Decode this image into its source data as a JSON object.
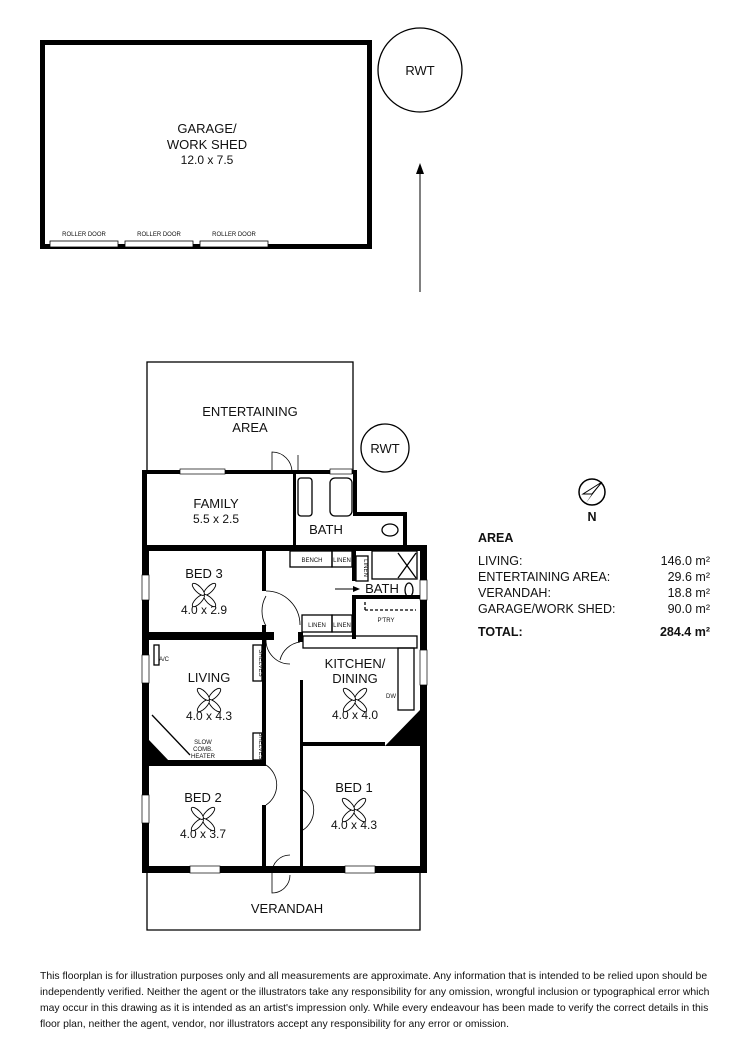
{
  "garage": {
    "title_line1": "GARAGE/",
    "title_line2": "WORK SHED",
    "dims": "12.0 x 7.5",
    "roller_doors": [
      "ROLLER DOOR",
      "ROLLER DOOR",
      "ROLLER DOOR"
    ]
  },
  "rwt_labels": [
    "RWT",
    "RWT"
  ],
  "rooms": {
    "entertaining": {
      "line1": "ENTERTAINING",
      "line2": "AREA"
    },
    "family": {
      "name": "FAMILY",
      "dims": "5.5 x 2.5"
    },
    "bath_upper": {
      "name": "BATH"
    },
    "bath_lower": {
      "name": "BATH"
    },
    "bed3": {
      "name": "BED 3",
      "dims": "4.0 x 2.9"
    },
    "living": {
      "name": "LIVING",
      "dims": "4.0 x 4.3"
    },
    "kitchen": {
      "line1": "KITCHEN/",
      "line2": "DINING",
      "dims": "4.0 x 4.0"
    },
    "bed2": {
      "name": "BED 2",
      "dims": "4.0 x 3.7"
    },
    "bed1": {
      "name": "BED 1",
      "dims": "4.0 x 4.3"
    },
    "verandah": {
      "name": "VERANDAH"
    }
  },
  "fixtures": {
    "bench": "BENCH",
    "linen": "LINEN",
    "pantry": "P'TRY",
    "ac": "A/C",
    "shelves": "SHELVES",
    "heater": [
      "SLOW",
      "COMB.",
      "HEATER"
    ],
    "dw": "DW"
  },
  "compass": {
    "label": "N"
  },
  "area_table": {
    "heading": "AREA",
    "rows": [
      {
        "label": "LIVING:",
        "value": "146.0 m²"
      },
      {
        "label": "ENTERTAINING AREA:",
        "value": "29.6 m²"
      },
      {
        "label": "VERANDAH:",
        "value": "18.8 m²"
      },
      {
        "label": "GARAGE/WORK SHED:",
        "value": "90.0 m²"
      }
    ],
    "total": {
      "label": "TOTAL:",
      "value": "284.4 m²"
    }
  },
  "disclaimer": "This floorplan is for illustration purposes only and all measurements are approximate. Any information that is intended to be relied upon should be independently verified. Neither the agent or the illustrators take any responsibility for any omission, wrongful inclusion or typographical error which may occur in this drawing as it is intended as an artist's impression only. While every endeavour has been made to verify the correct details in this floor plan, neither the agent, vendor, nor illustrators accept any responsibility for any error or omission."
}
